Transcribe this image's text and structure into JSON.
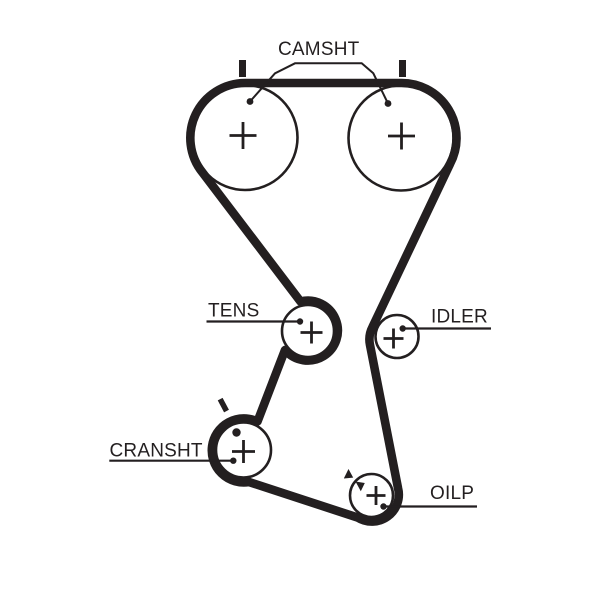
{
  "page": {
    "background": "#ffffff",
    "line_color": "#231f20"
  },
  "diagram": {
    "type": "timing-belt-routing-diagram",
    "labels": {
      "camshaft": "CAMSHT",
      "tensioner": "TENS",
      "idler": "IDLER",
      "crankshaft": "CRANSHT",
      "oil_pump": "OILP"
    },
    "pulleys": [
      {
        "name": "camshaft-left",
        "label": "CAMSHT",
        "center_mark": "plus",
        "timing_mark": "tick"
      },
      {
        "name": "camshaft-right",
        "label": "CAMSHT",
        "center_mark": "plus",
        "timing_mark": "tick"
      },
      {
        "name": "tensioner",
        "label": "TENS",
        "center_mark": "plus"
      },
      {
        "name": "idler",
        "label": "IDLER",
        "center_mark": "plus"
      },
      {
        "name": "crankshaft",
        "label": "CRANSHT",
        "center_mark": "plus",
        "timing_mark": "tick-and-dot"
      },
      {
        "name": "oil-pump",
        "label": "OILP",
        "center_mark": "plus",
        "timing_mark": "arrows"
      }
    ]
  }
}
